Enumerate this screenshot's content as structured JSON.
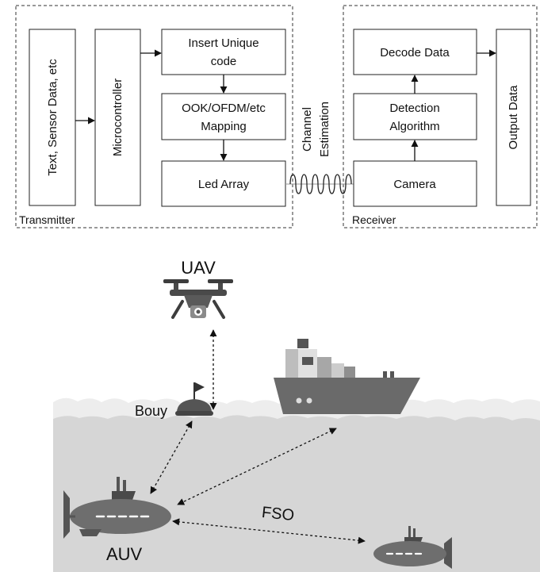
{
  "block_diagram": {
    "transmitter": {
      "section_label": "Transmitter",
      "input": "Text, Sensor Data, etc",
      "microcontroller": "Microcontroller",
      "insert_code": [
        "Insert Unique",
        "code"
      ],
      "mapping": [
        "OOK/OFDM/etc",
        "Mapping"
      ],
      "led_array": "Led Array"
    },
    "channel": [
      "Channel",
      "Estimation"
    ],
    "receiver": {
      "section_label": "Receiver",
      "decode": "Decode Data",
      "detection": [
        "Detection",
        "Algorithm"
      ],
      "camera": "Camera",
      "output": "Output Data"
    }
  },
  "scene": {
    "uav_label": "UAV",
    "bouy_label": "Bouy",
    "fso_label": "FSO",
    "auv_label": "AUV",
    "colors": {
      "sea": "#d6d6d6",
      "hull_dark": "#5b5b5b",
      "sub_body": "#6e6e6e",
      "ship_hull": "#6a6a6a"
    }
  }
}
